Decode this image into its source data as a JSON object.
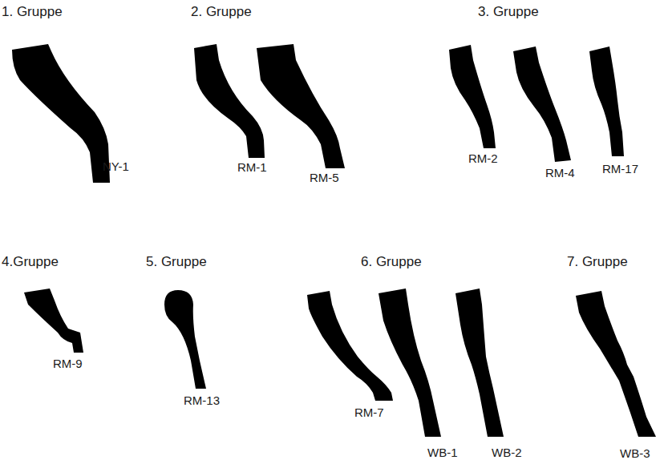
{
  "diagram": {
    "labels": [
      "1. Gruppe",
      "2. Gruppe",
      "3. Gruppe",
      "4.Gruppe",
      "5. Gruppe",
      "6. Gruppe",
      "7. Gruppe",
      "NY-1",
      "RM-1",
      "RM-5",
      "RM-2",
      "RM-4",
      "RM-17",
      "RM-9",
      "RM-13",
      "RM-7",
      "WB-1",
      "WB-2",
      "WB-3"
    ]
  }
}
